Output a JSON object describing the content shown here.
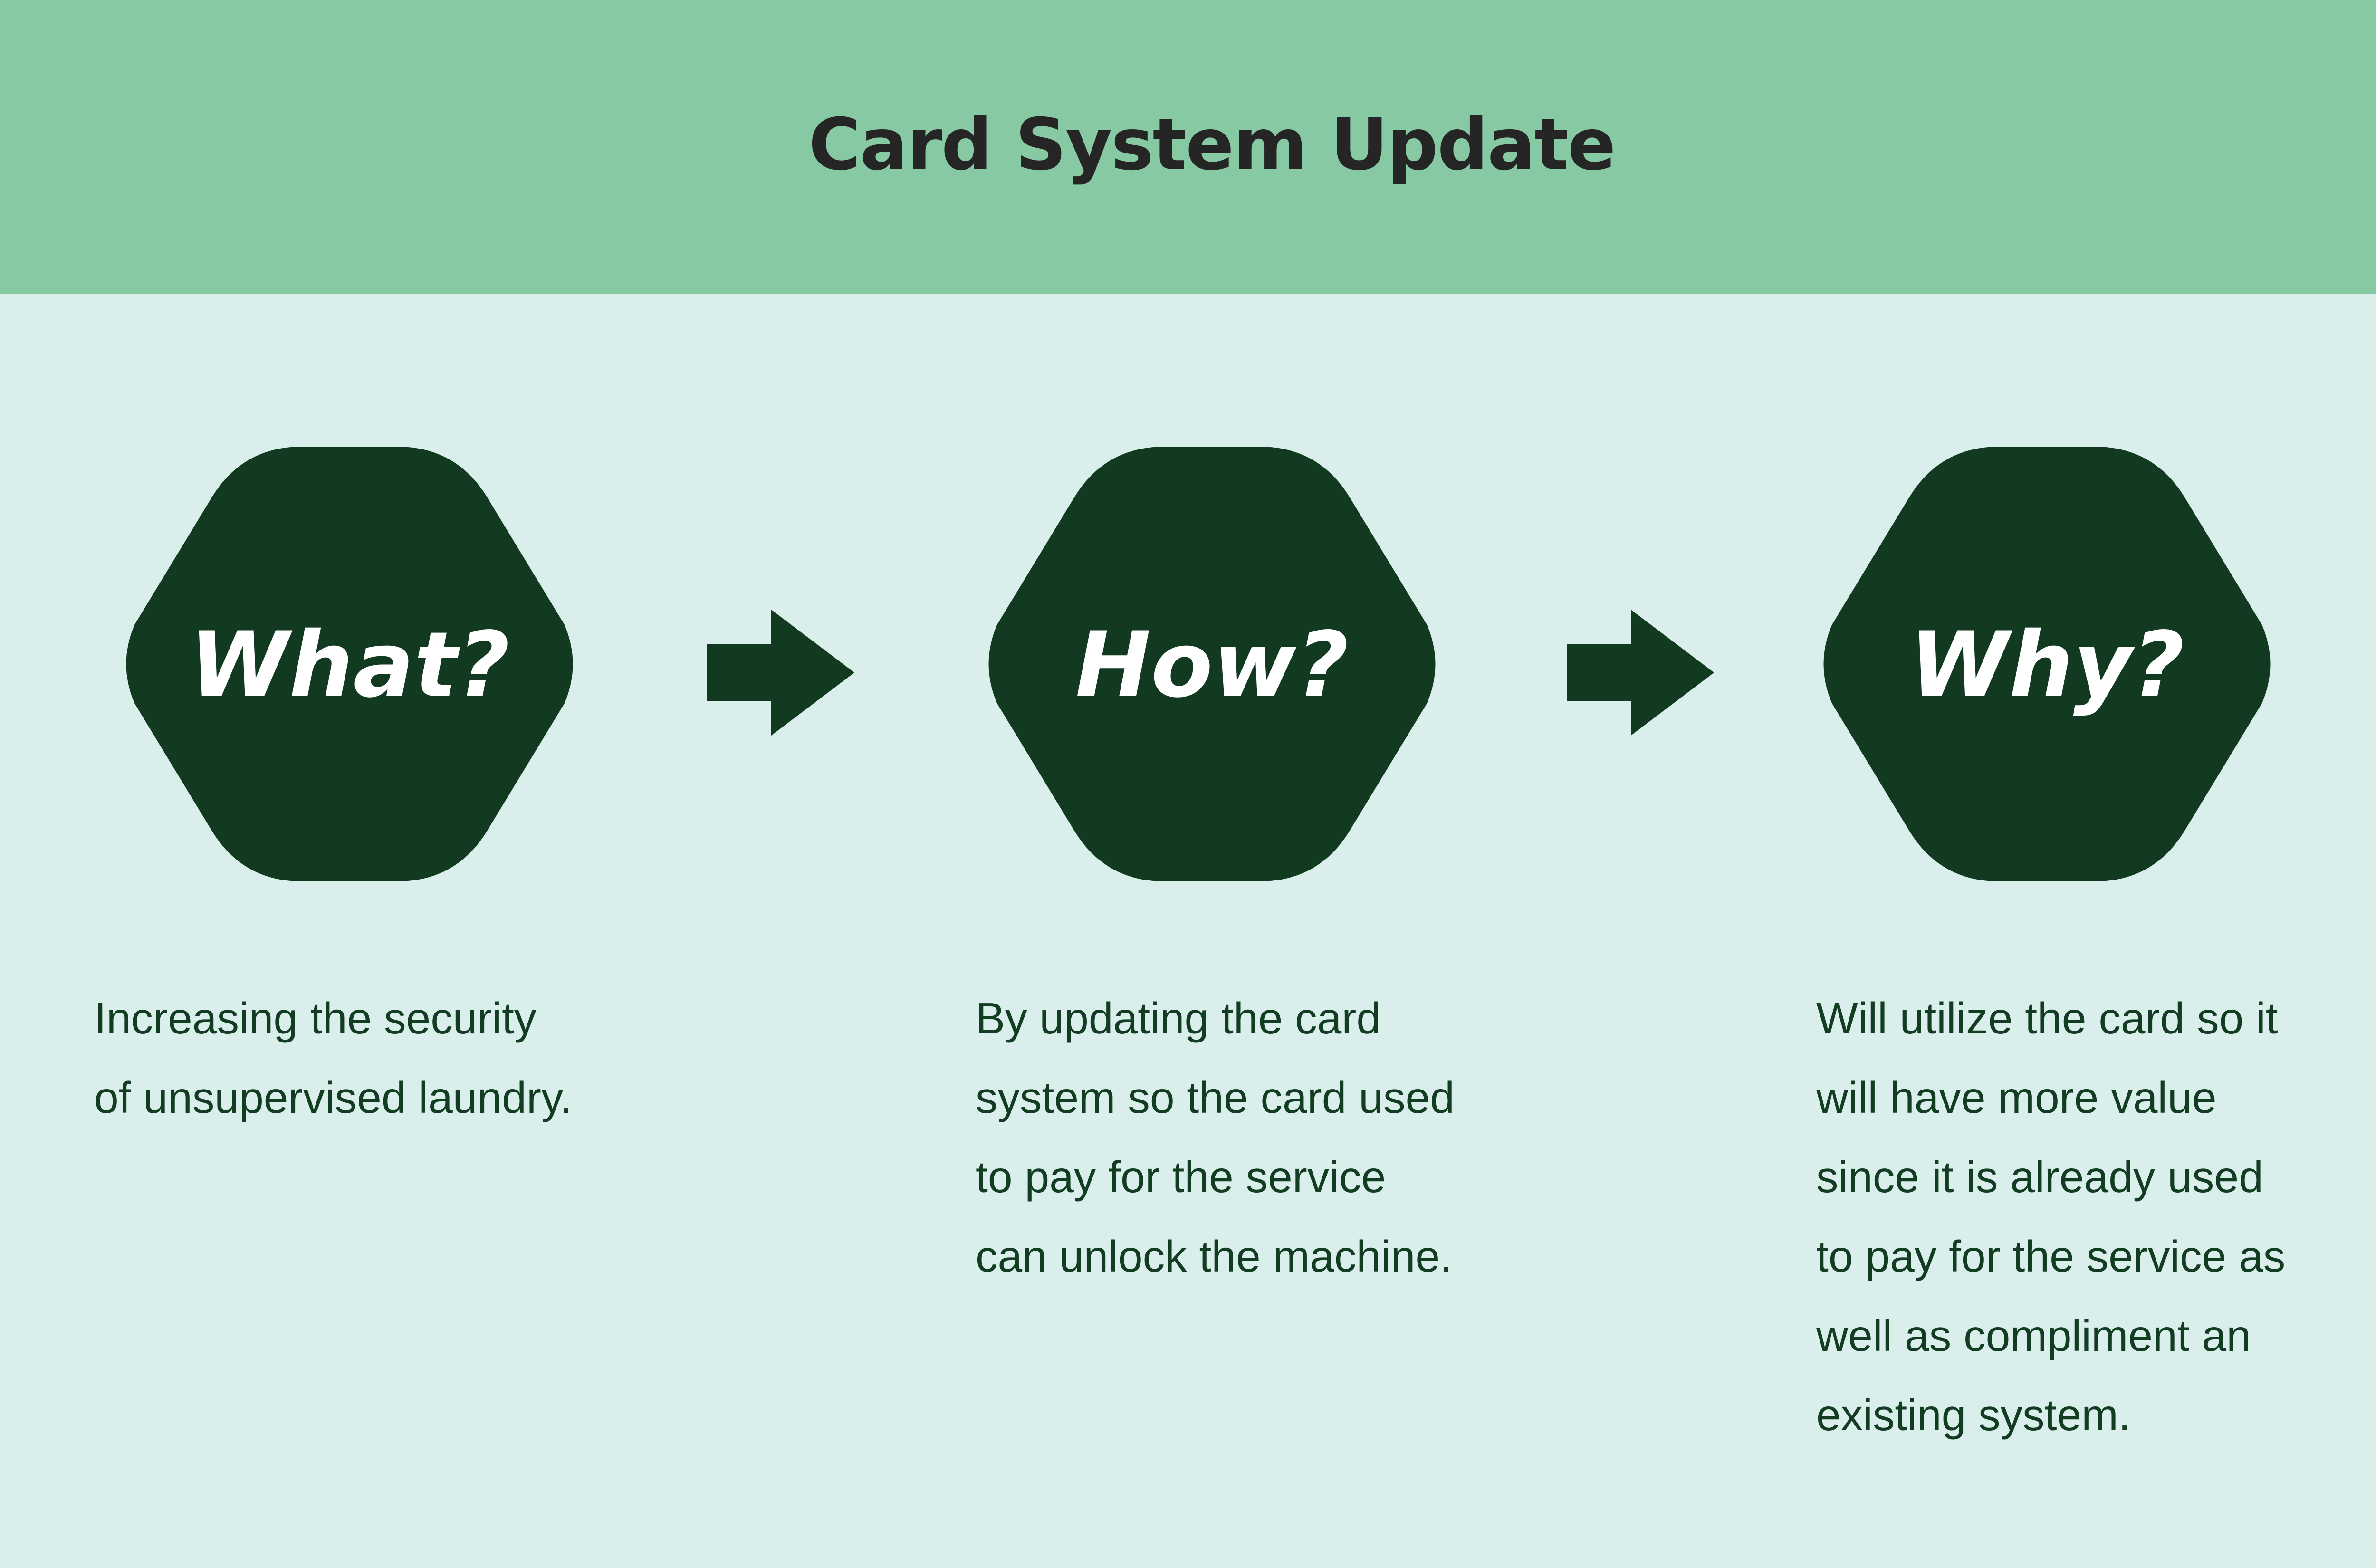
{
  "title": "Card System Update",
  "colors": {
    "header_bg": "#86c9a3",
    "page_bg": "#daefeb",
    "node_fill": "#113a21",
    "arrow_fill": "#113a21",
    "title_text": "#252525",
    "node_text": "#ffffff",
    "desc_text": "#123d22"
  },
  "steps": [
    {
      "label": "What?",
      "description": "Increasing the security\nof unsupervised laundry."
    },
    {
      "label": "How?",
      "description": "By updating the card\nsystem so the card used\nto pay for the service\ncan unlock the machine."
    },
    {
      "label": "Why?",
      "description": "Will utilize the card so it\nwill have more value\nsince it is already used\nto pay for the service as\nwell as compliment an\nexisting system."
    }
  ],
  "connectors": [
    {
      "from": "What?",
      "to": "How?",
      "icon": "arrow-right-icon"
    },
    {
      "from": "How?",
      "to": "Why?",
      "icon": "arrow-right-icon"
    }
  ]
}
